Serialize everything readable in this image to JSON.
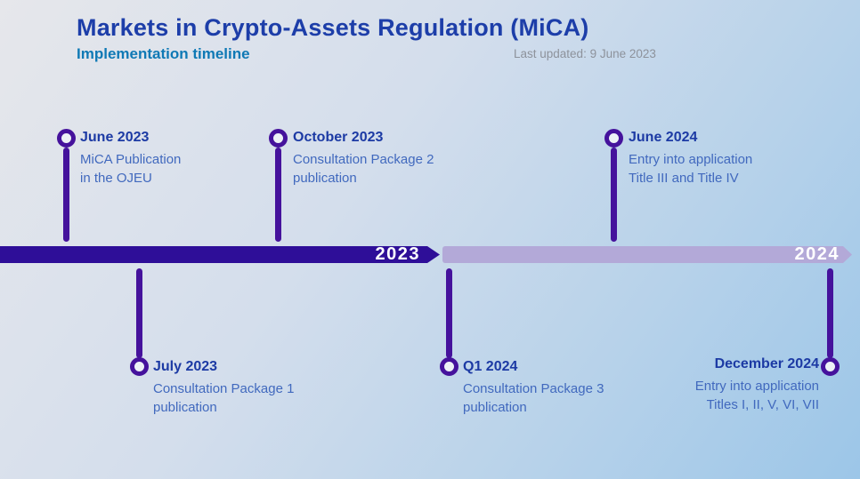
{
  "header": {
    "title": "Markets in Crypto-Assets Regulation (MiCA)",
    "subtitle": "Implementation timeline",
    "last_updated": "Last updated: 9 June 2023"
  },
  "timeline": {
    "segments": [
      {
        "label": "2023",
        "color": "#2e0e98"
      },
      {
        "label": "2024",
        "color": "#b3a9d8"
      }
    ],
    "marker_color": "#45129c",
    "events": [
      {
        "date": "June 2023",
        "lines": [
          "MiCA Publication",
          "in the OJEU"
        ],
        "position": "above"
      },
      {
        "date": "July 2023",
        "lines": [
          "Consultation Package 1",
          "publication"
        ],
        "position": "below"
      },
      {
        "date": "October 2023",
        "lines": [
          "Consultation Package 2",
          "publication"
        ],
        "position": "above"
      },
      {
        "date": "Q1 2024",
        "lines": [
          "Consultation Package 3",
          "publication"
        ],
        "position": "below"
      },
      {
        "date": "June 2024",
        "lines": [
          "Entry into application",
          "Title III and Title IV"
        ],
        "position": "above"
      },
      {
        "date": "December 2024",
        "lines": [
          "Entry into application",
          "Titles I, II, V, VI, VII"
        ],
        "position": "below"
      }
    ]
  },
  "colors": {
    "title_blue": "#1d3ea9",
    "subtitle_teal": "#0f79b5",
    "body_blue": "#4169be",
    "muted_gray": "#8d929b",
    "bar_2023": "#2e0e98",
    "bar_2024": "#b3a9d8",
    "marker_purple": "#45129c"
  }
}
